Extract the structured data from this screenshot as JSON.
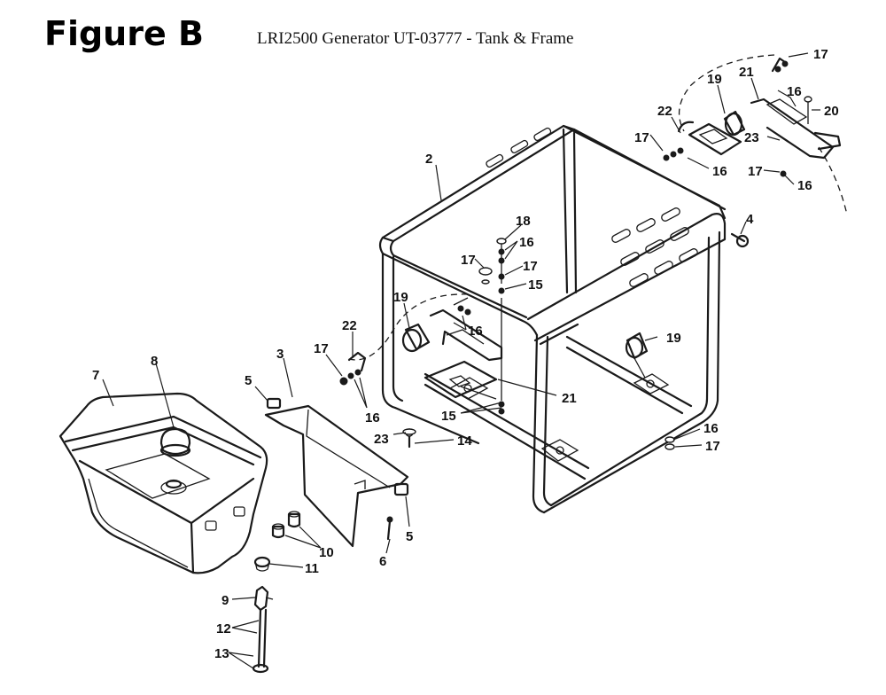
{
  "figure_label": "Figure B",
  "subtitle": "LRI2500 Generator UT-03777 - Tank & Frame",
  "callouts": {
    "c1": "2",
    "c2": "17",
    "c3": "19",
    "c4": "21",
    "c5": "16",
    "c6": "20",
    "c7": "22",
    "c8": "23",
    "c9": "17",
    "c10": "16",
    "c11": "17",
    "c12": "16",
    "c13": "4",
    "c14": "18",
    "c15": "16",
    "c16": "17",
    "c17": "17",
    "c18": "15",
    "c19": "19",
    "c20": "22",
    "c21": "17",
    "c22": "16",
    "c23": "16",
    "c24": "19",
    "c25": "21",
    "c26": "3",
    "c27": "5",
    "c28": "15",
    "c29": "23",
    "c30": "14",
    "c31": "16",
    "c32": "17",
    "c33": "7",
    "c34": "8",
    "c35": "5",
    "c36": "6",
    "c37": "10",
    "c38": "11",
    "c39": "9",
    "c40": "12",
    "c41": "13"
  }
}
